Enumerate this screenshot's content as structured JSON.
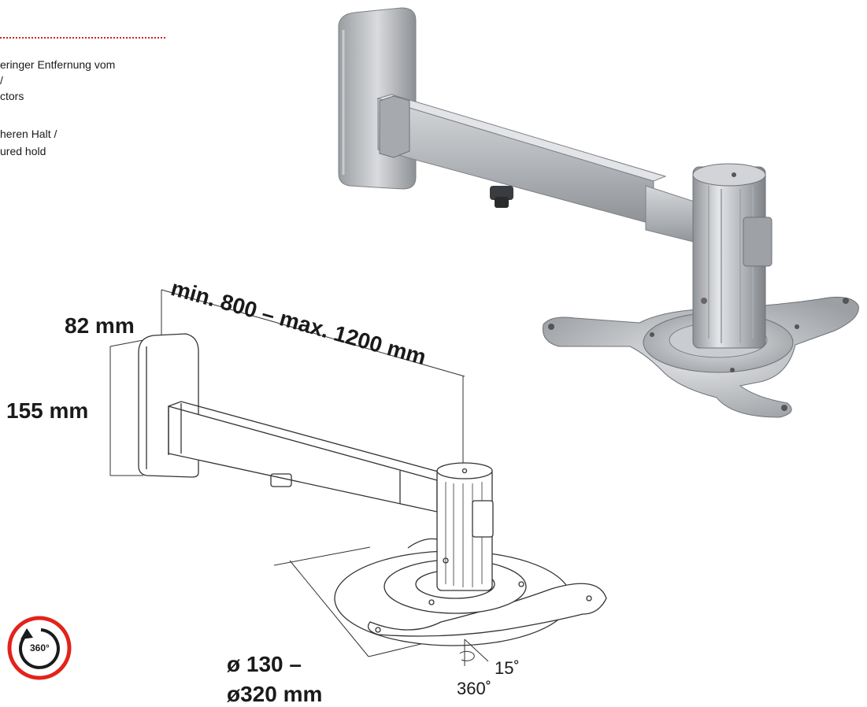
{
  "feature_list": {
    "line1": "eringer Entfernung vom",
    "line2": "/",
    "line3": "ctors",
    "line4": "heren Halt /",
    "line5": "ured hold"
  },
  "dimensions": {
    "depth": "82 mm",
    "height": "155 mm",
    "arm_length": "min. 800 – max. 1200 mm",
    "plate_diameter_line1": "ø 130 –",
    "plate_diameter_line2": "ø320 mm",
    "tilt": "15˚",
    "rotation": "360˚"
  },
  "badge": {
    "label": "360°",
    "ring_color": "#e2231a"
  },
  "colors": {
    "accent": "#d0202b",
    "metal": "#b9bcc0",
    "line_art": "#333333"
  }
}
